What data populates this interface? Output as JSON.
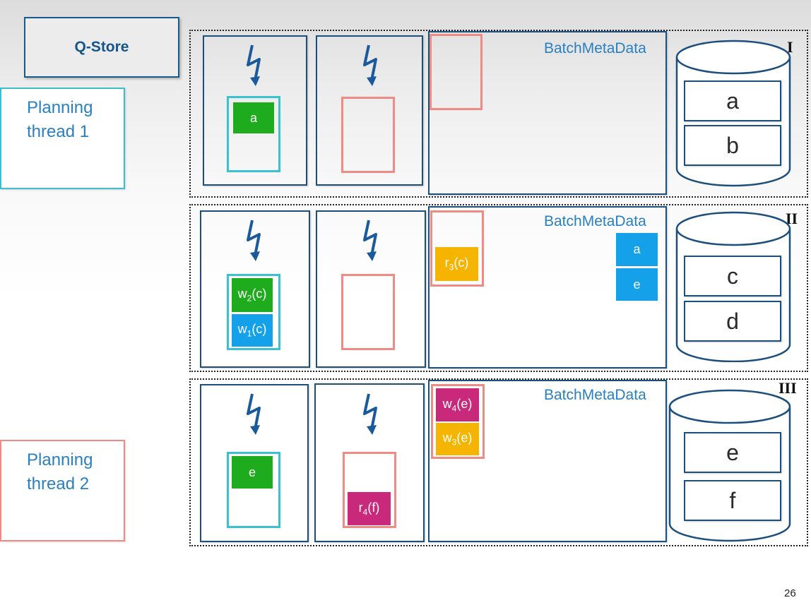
{
  "qstore_label": "Q-Store",
  "planning_thread_1": [
    "Planning",
    "thread 1"
  ],
  "planning_thread_2": [
    "Planning",
    "thread 2"
  ],
  "rows": [
    {
      "numeral": "I",
      "batch_label": "BatchMetaData",
      "worker1_tiles": [
        "a"
      ],
      "worker2_tiles": [],
      "batch_queue_tiles": [],
      "batch_meta_tiles": [],
      "store_items": [
        "a",
        "b"
      ]
    },
    {
      "numeral": "II",
      "batch_label": "BatchMetaData",
      "worker1_tiles": [
        "w2(c)",
        "w1(c)"
      ],
      "worker2_tiles": [],
      "batch_queue_tiles": [
        "r3(c)"
      ],
      "batch_meta_tiles": [
        "a",
        "e"
      ],
      "store_items": [
        "c",
        "d"
      ]
    },
    {
      "numeral": "III",
      "batch_label": "BatchMetaData",
      "worker1_tiles": [
        "e"
      ],
      "worker2_tiles": [
        "r4(f)"
      ],
      "batch_queue_tiles": [
        "w4(e)",
        "w3(e)"
      ],
      "batch_meta_tiles": [],
      "store_items": [
        "e",
        "f"
      ]
    }
  ],
  "page_number": "26",
  "colors": {
    "primary_border": "#1d4f7d",
    "thread1": "#3bc2d2",
    "thread2": "#ef8a84",
    "green": "#1eac1e",
    "blue": "#14a1ea",
    "yellow": "#f5b400",
    "magenta": "#c9297a"
  }
}
